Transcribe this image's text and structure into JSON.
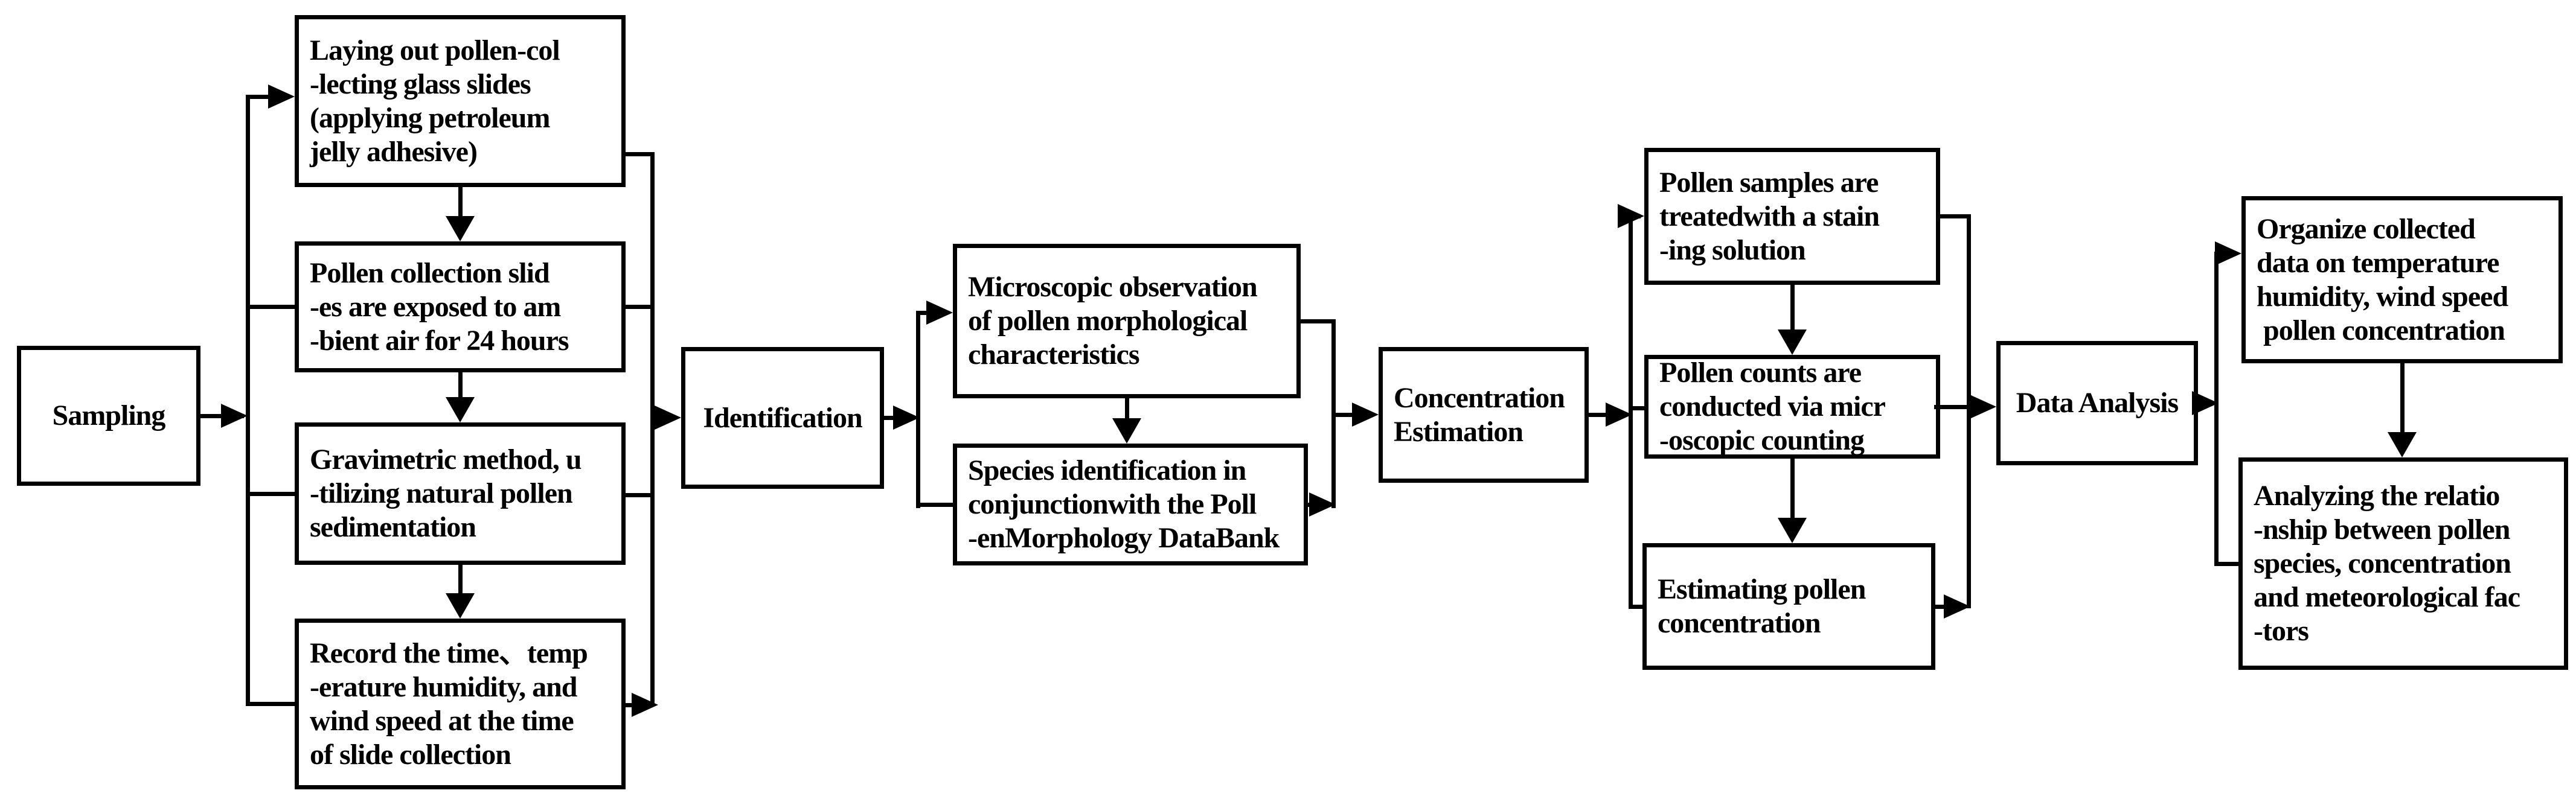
{
  "style": {
    "background_color": "#ffffff",
    "line_color": "#000000",
    "text_color": "#000000"
  },
  "nodes": {
    "sampling": {
      "label": "Sampling"
    },
    "laying": {
      "lines": [
        "Laying out pollen-col",
        "-lecting glass slides",
        "(applying petroleum",
        "jelly adhesive)"
      ]
    },
    "exposure": {
      "lines": [
        "Pollen collection slid",
        "-es are exposed to am",
        "-bient air for 24 hours"
      ]
    },
    "gravimetric": {
      "lines": [
        "Gravimetric method, u",
        "-tilizing natural pollen",
        "sedimentation"
      ]
    },
    "record": {
      "lines": [
        "Record the time、temp",
        "-erature humidity, and",
        "wind speed at the time",
        "of slide collection"
      ]
    },
    "identification": {
      "label": "Identification"
    },
    "microscopic": {
      "lines": [
        "Microscopic observation",
        "of pollen morphological",
        "characteristics"
      ]
    },
    "species": {
      "lines": [
        "Species identification in",
        "conjunctionwith the Poll",
        "-enMorphology DataBank"
      ]
    },
    "concentration": {
      "lines": [
        "Concentration",
        "Estimation"
      ]
    },
    "samples": {
      "lines": [
        "Pollen samples are",
        "treatedwith a stain",
        "-ing solution"
      ]
    },
    "counts": {
      "lines": [
        "Pollen counts are",
        "conducted via micr",
        "-oscopic counting"
      ]
    },
    "estimating": {
      "lines": [
        "Estimating pollen",
        "concentration"
      ]
    },
    "data_analysis": {
      "label": "Data Analysis"
    },
    "organize": {
      "lines": [
        "Organize collected",
        "data on temperature",
        "humidity, wind speed",
        " pollen concentration"
      ]
    },
    "analyzing": {
      "lines": [
        "Analyzing the relatio",
        "-nship between pollen",
        "species, concentration",
        "and meteorological fac",
        "-tors"
      ]
    }
  }
}
